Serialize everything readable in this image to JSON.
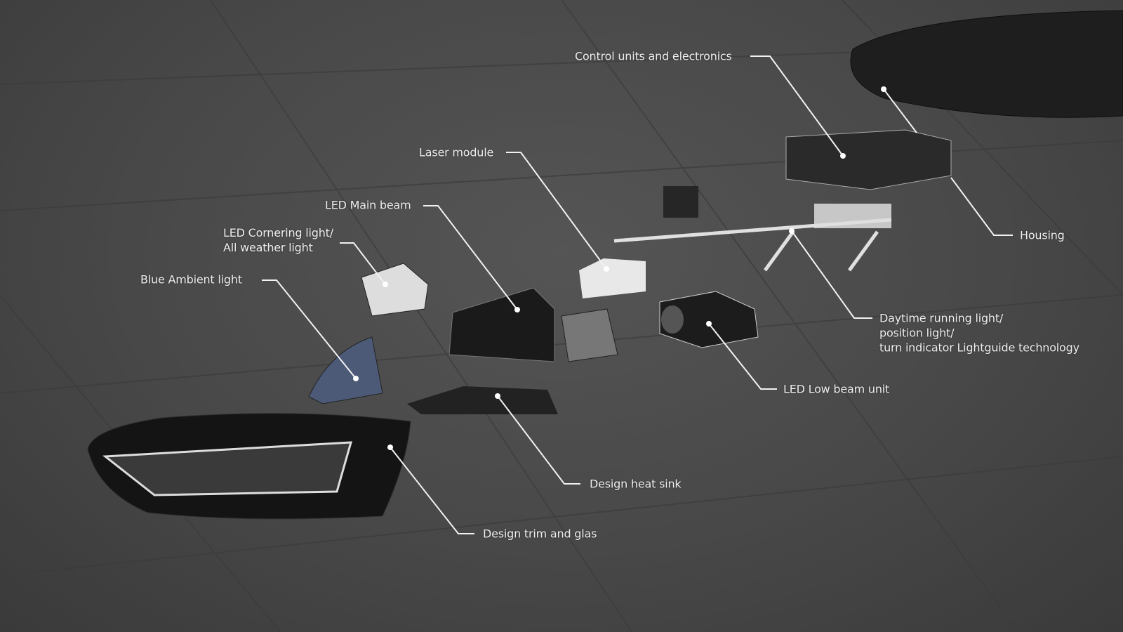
{
  "labels": {
    "control_units": "Control units and electronics",
    "laser_module": "Laser module",
    "led_main_beam": "LED Main beam",
    "led_cornering": [
      "LED Cornering light/",
      "All weather light"
    ],
    "blue_ambient": "Blue Ambient light",
    "housing": "Housing",
    "daytime_running": [
      "Daytime running light/",
      "position light/",
      "turn indicator Lightguide technology"
    ],
    "led_low_beam": "LED Low beam unit",
    "design_heat_sink": "Design heat sink",
    "design_trim": "Design trim and glas"
  },
  "colors": {
    "leader": "#f2f2f2",
    "text": "#eeeeee",
    "floor": "#4a4a4a"
  }
}
